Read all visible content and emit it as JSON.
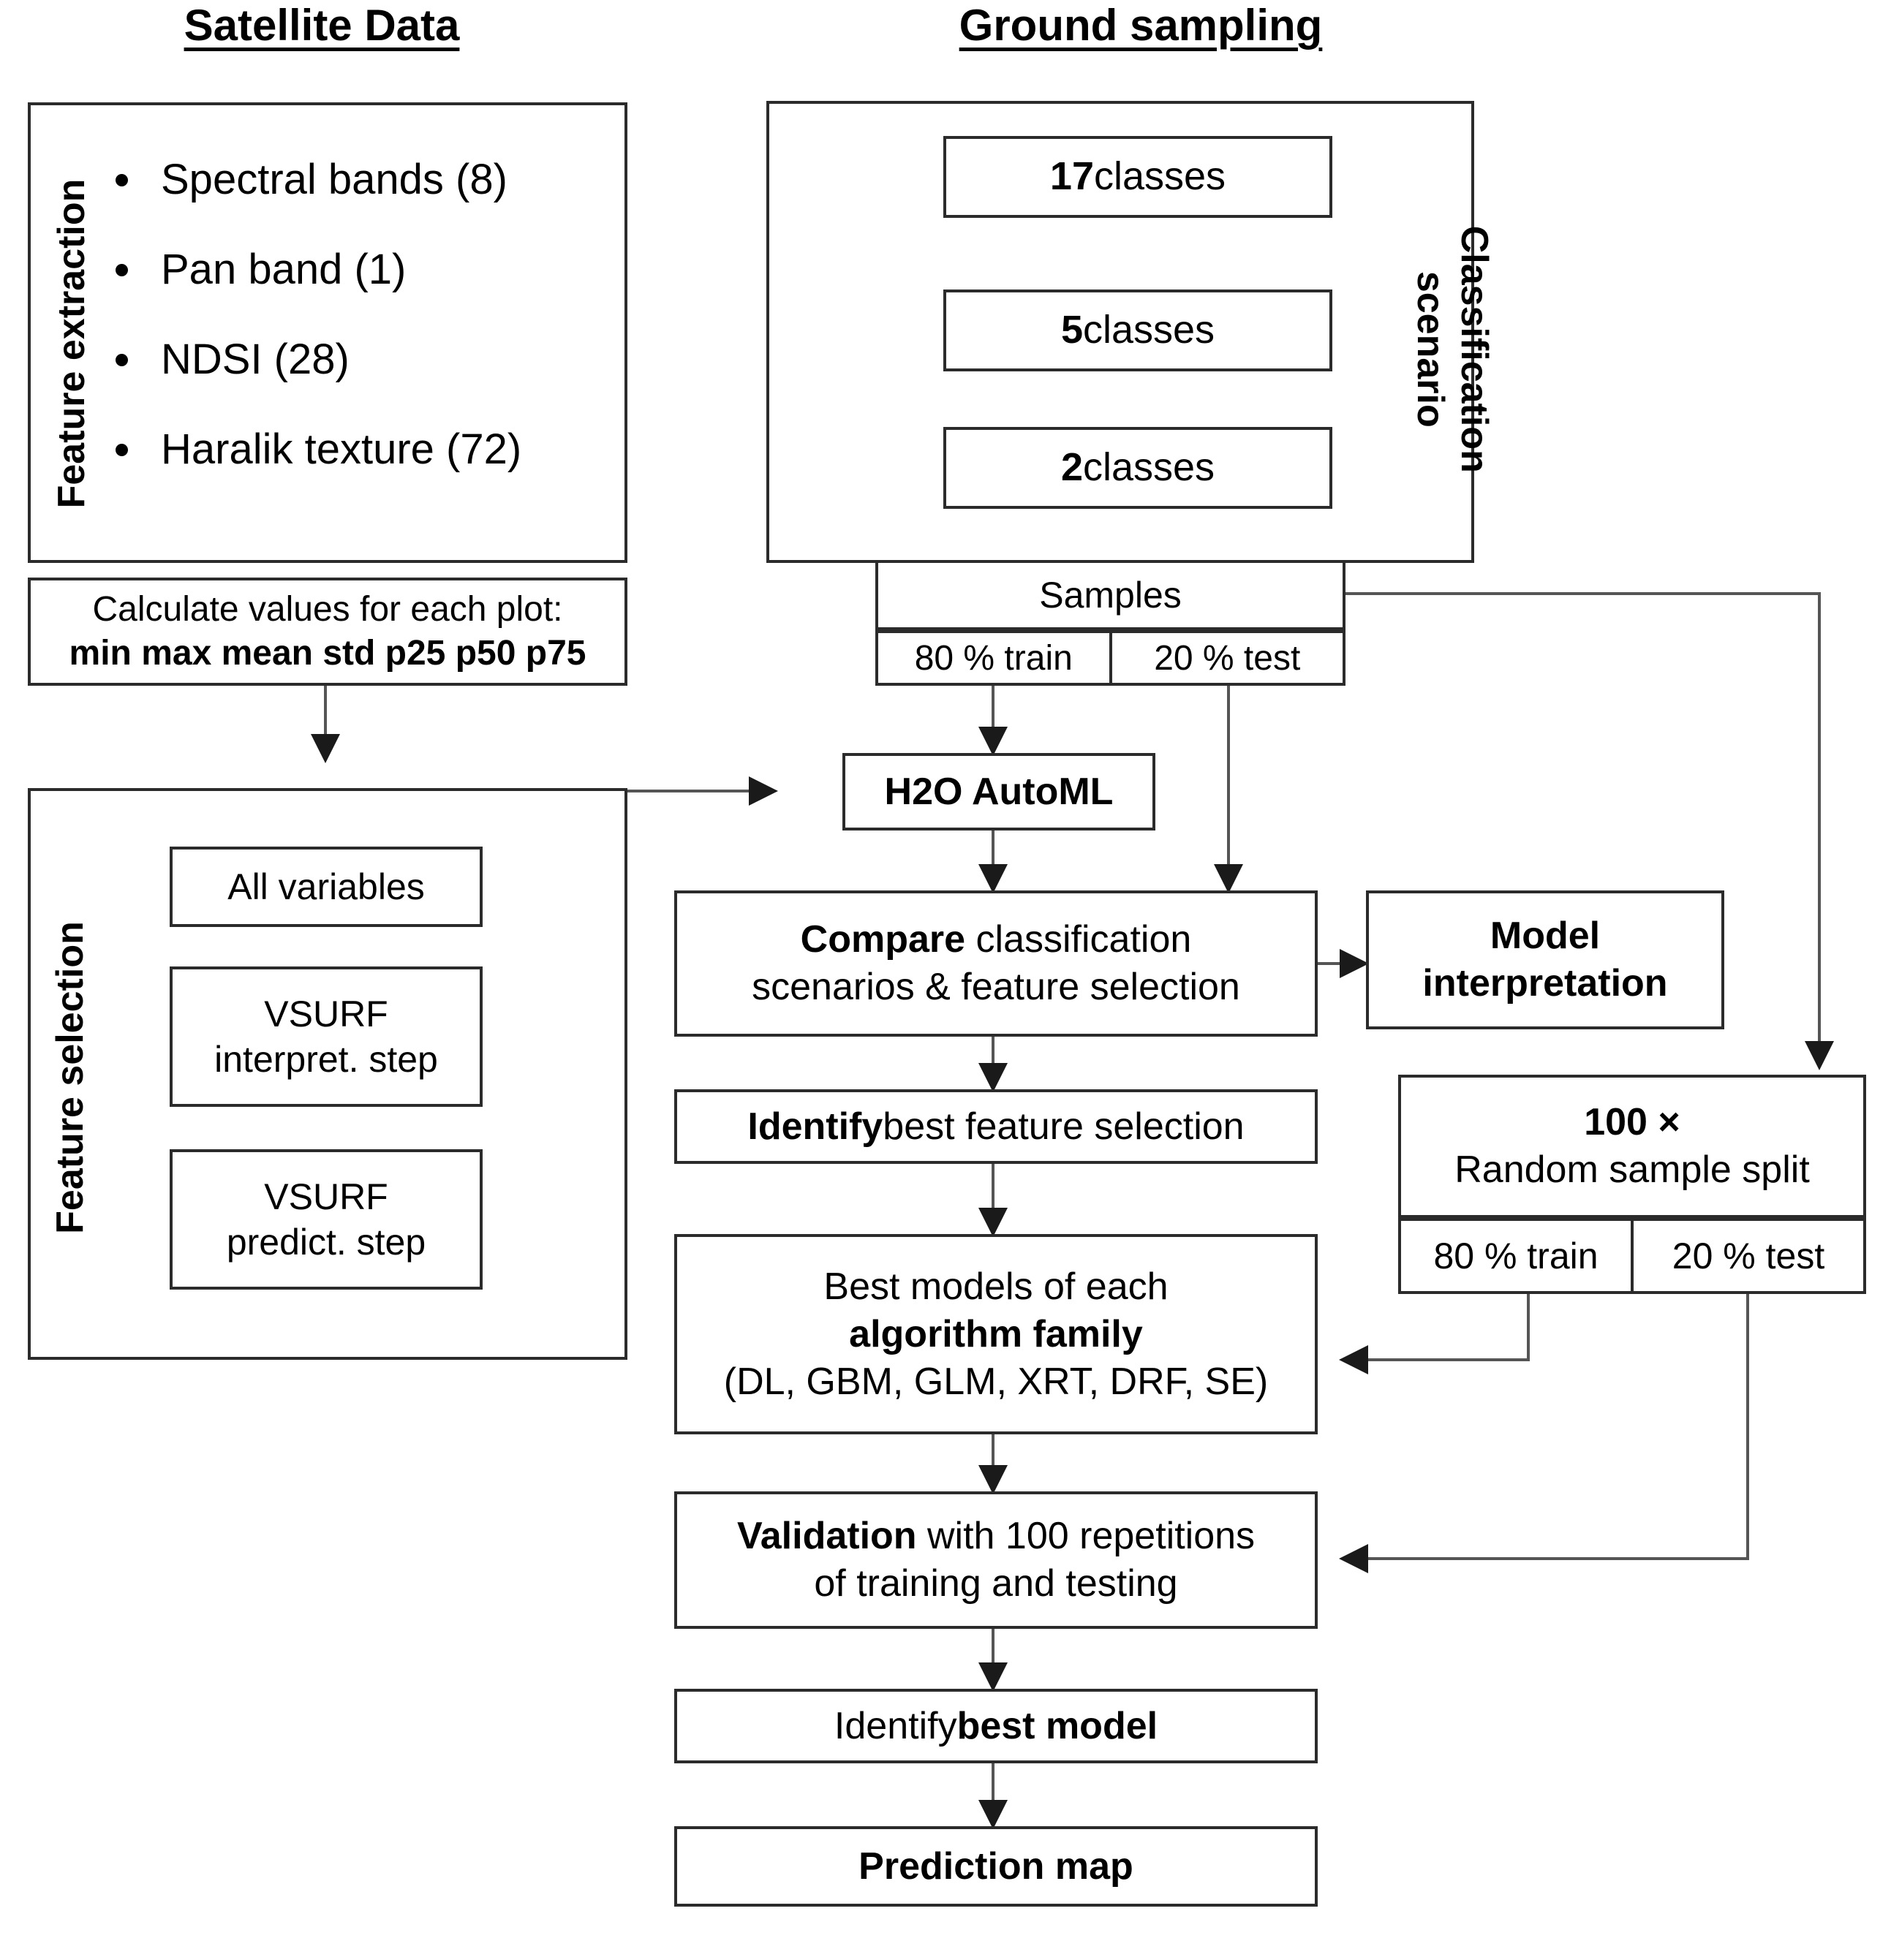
{
  "headers": {
    "left": "Satellite Data",
    "right": "Ground sampling"
  },
  "satellite": {
    "feature_extraction_label": "Feature extraction",
    "bullets": [
      "Spectral bands (8)",
      "Pan band (1)",
      "NDSI (28)",
      "Haralik texture (72)"
    ],
    "calculate": {
      "line1": "Calculate values for each plot:",
      "line2": "min max mean std p25 p50 p75"
    },
    "feature_selection_label": "Feature selection",
    "selection_options": [
      {
        "line1": "All variables",
        "line2": ""
      },
      {
        "line1": "VSURF",
        "line2": "interpret. step"
      },
      {
        "line1": "VSURF",
        "line2": "predict. step"
      }
    ]
  },
  "ground": {
    "classification_scenario_label_line1": "Classification",
    "classification_scenario_label_line2": "scenario",
    "scenarios": [
      {
        "count": "17",
        "unit": " classes"
      },
      {
        "count": "5",
        "unit": " classes"
      },
      {
        "count": "2",
        "unit": " classes"
      }
    ],
    "samples": {
      "title": "Samples",
      "train": "80 % train",
      "test": "20 % test"
    }
  },
  "pipeline": {
    "automl": "H2O AutoML",
    "compare": {
      "bold": "Compare",
      "rest": " classification",
      "line2": "scenarios & feature selection"
    },
    "identify_feature": {
      "bold": "Identify",
      "rest": " best feature selection"
    },
    "best_models": {
      "line1": "Best models of each",
      "line2": "algorithm family",
      "line3": "(DL, GBM, GLM, XRT, DRF, SE)"
    },
    "validation": {
      "bold": "Validation",
      "rest": " with 100 repetitions",
      "line2": "of training and testing"
    },
    "identify_best_model": {
      "rest": "Identify ",
      "bold": "best model"
    },
    "prediction_map": "Prediction map"
  },
  "right_column": {
    "model_interpretation_line1": "Model",
    "model_interpretation_line2": "interpretation",
    "random_split": {
      "count": "100 ×",
      "title": "Random sample split",
      "train": "80 % train",
      "test": "20 % test"
    }
  },
  "colors": {
    "stroke": "#2b2b2b",
    "connector": "#555555",
    "text": "#000000",
    "background": "#ffffff"
  }
}
